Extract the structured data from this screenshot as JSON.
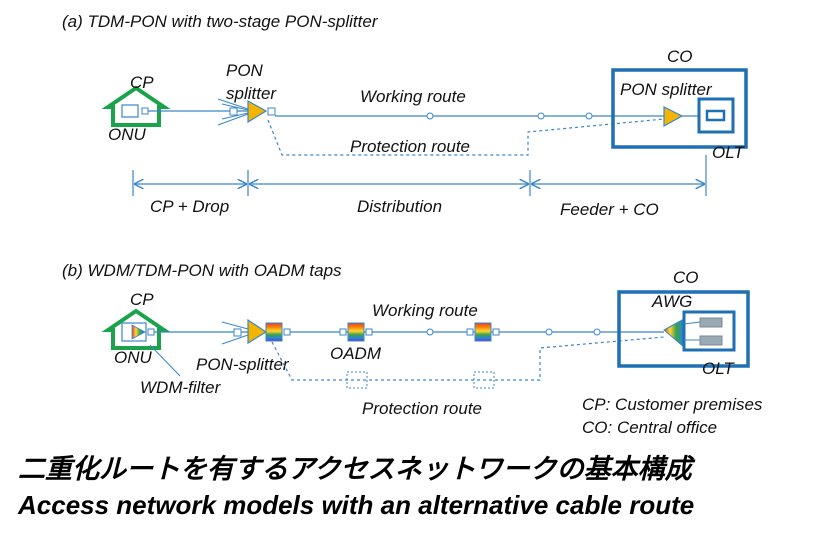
{
  "colors": {
    "fiber": "#3b86c9",
    "co_box": "#1f6fb3",
    "house": "#1aa34a",
    "splitter": "#f5b400",
    "text": "#111111"
  },
  "panel_a": {
    "title": "(a) TDM-PON with two-stage PON-splitter",
    "cp_label": "CP",
    "onu_label": "ONU",
    "pon_splitter_label_1": "PON",
    "pon_splitter_label_2": "splitter",
    "working_route": "Working route",
    "protection_route": "Protection route",
    "co_label": "CO",
    "co_splitter_label": "PON splitter",
    "olt_label": "OLT",
    "segment_cp_drop": "CP + Drop",
    "segment_distribution": "Distribution",
    "segment_feeder_co": "Feeder + CO"
  },
  "panel_b": {
    "title": "(b) WDM/TDM-PON with OADM taps",
    "cp_label": "CP",
    "onu_label": "ONU",
    "wdm_filter_label": "WDM-filter",
    "pon_splitter_label": "PON-splitter",
    "oadm_label": "OADM",
    "working_route": "Working route",
    "protection_route": "Protection route",
    "co_label": "CO",
    "awg_label": "AWG",
    "olt_label": "OLT"
  },
  "legend": {
    "cp_definition": "CP: Customer premises",
    "co_definition": "CO: Central office"
  },
  "caption": {
    "japanese": "二重化ルートを有するアクセスネットワークの基本構成",
    "english": "Access network models with an alternative cable route"
  }
}
